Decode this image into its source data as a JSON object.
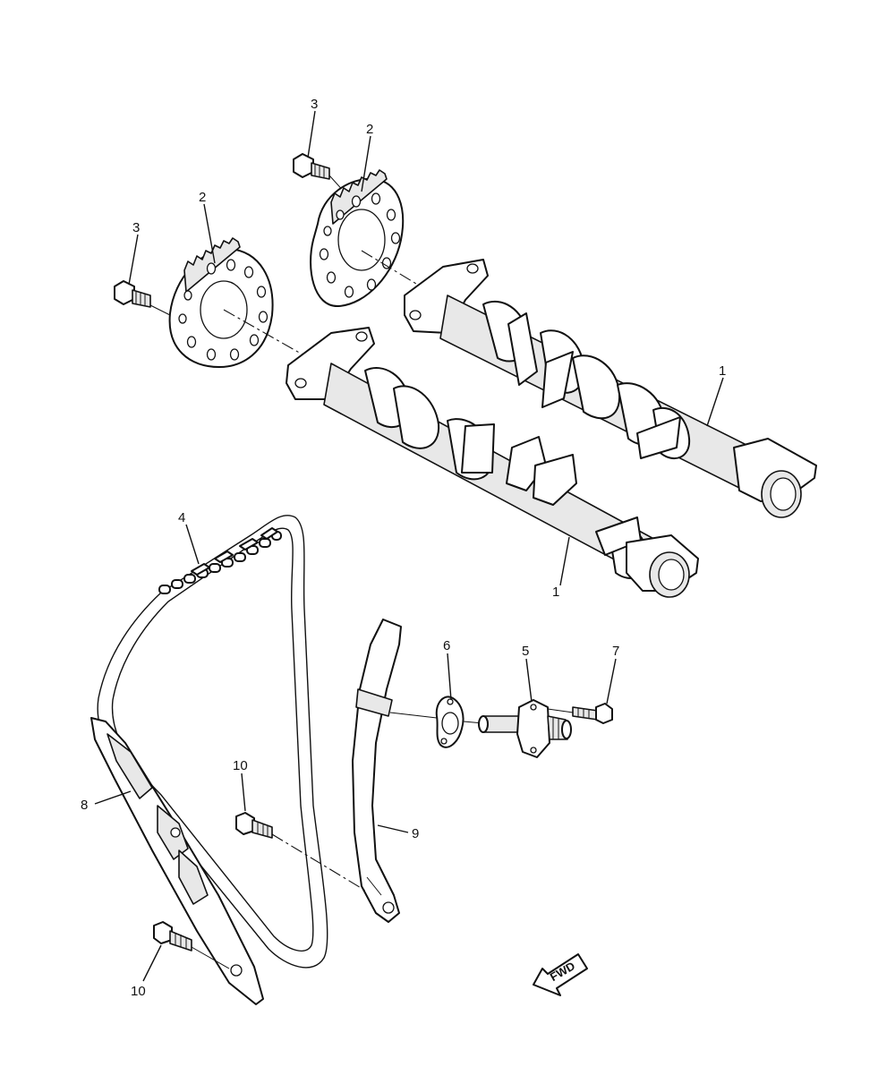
{
  "callouts": {
    "bolt_top": "3",
    "sprocket_top": "2",
    "sprocket_left": "2",
    "bolt_left": "3",
    "camshaft_right": "1",
    "camshaft_left": "1",
    "chain": "4",
    "gasket": "6",
    "tensioner": "5",
    "tensioner_bolt": "7",
    "guide_left": "8",
    "guide_right": "9",
    "guide_bolt_upper": "10",
    "guide_bolt_lower": "10"
  },
  "fwd_label": "FWD"
}
